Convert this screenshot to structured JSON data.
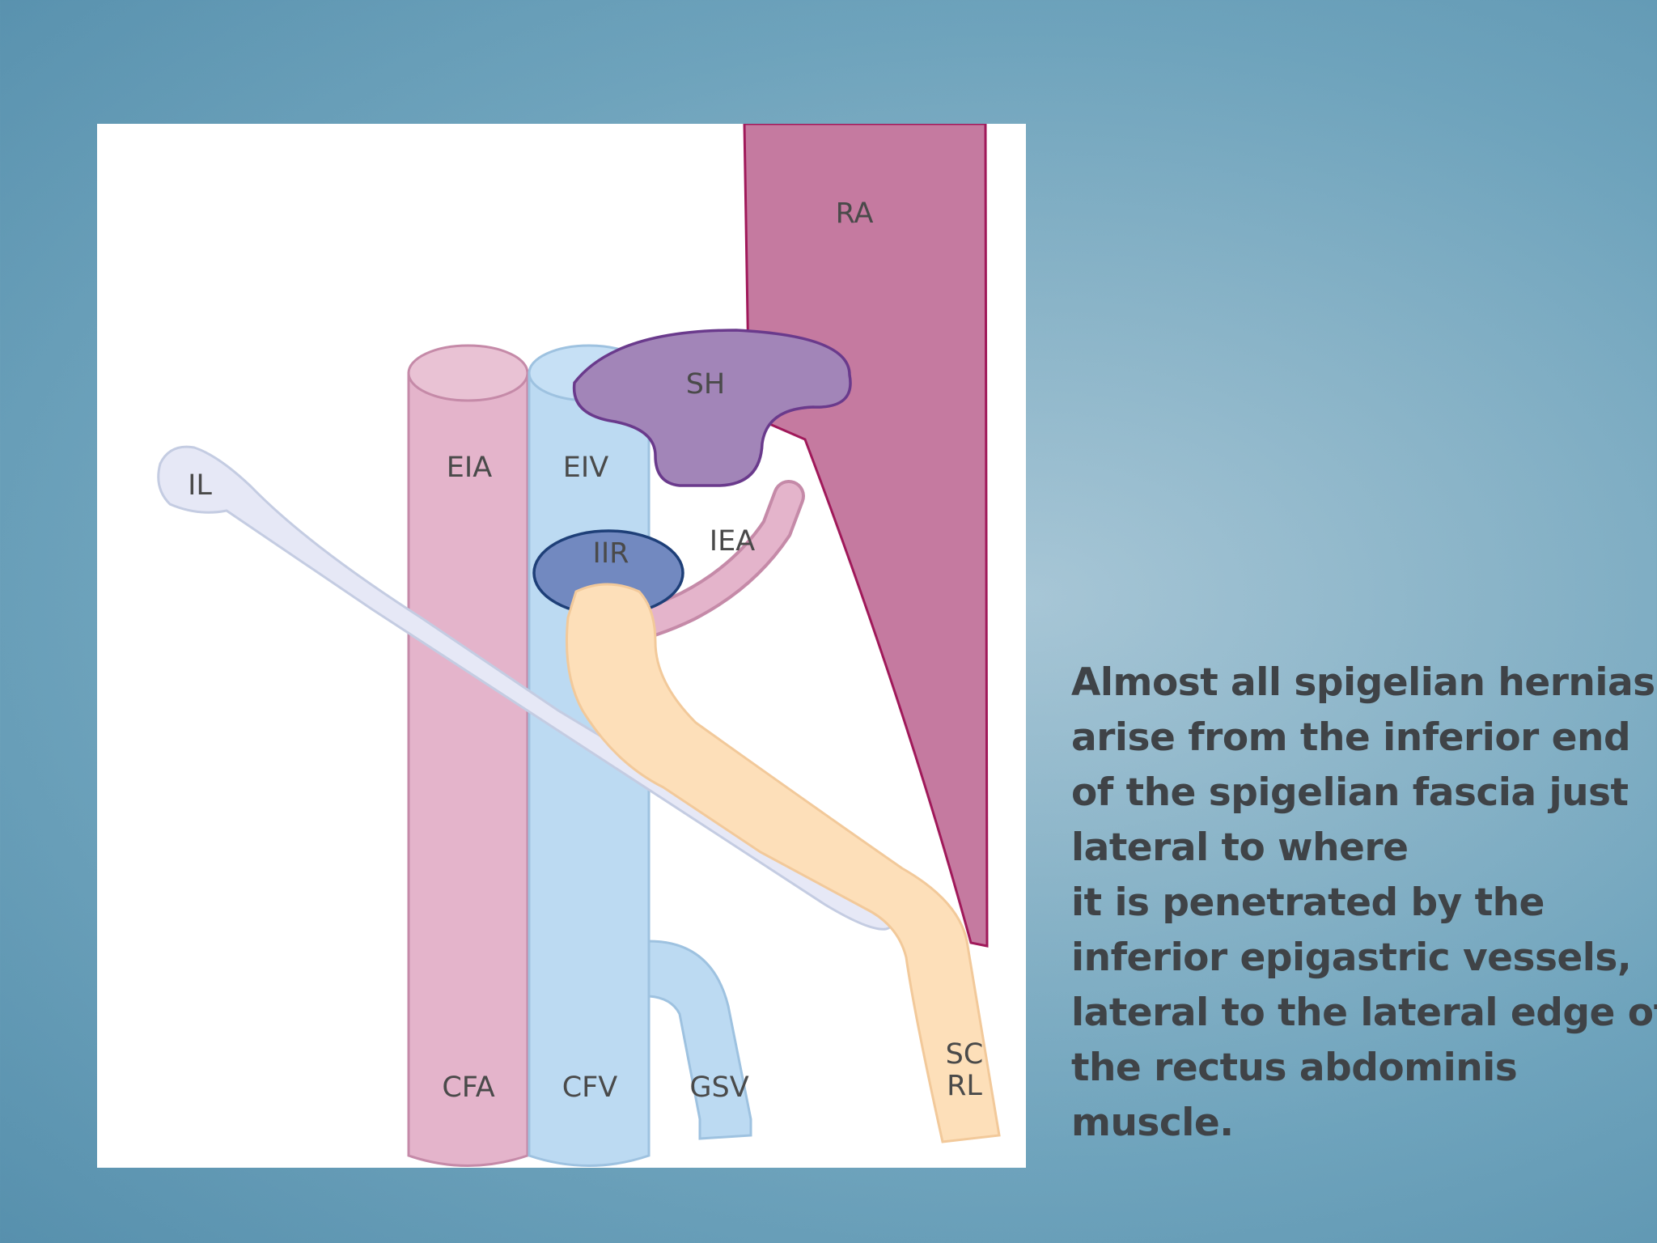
{
  "diagram": {
    "labels": {
      "ra": "RA",
      "sh": "SH",
      "il": "IL",
      "eia": "EIA",
      "eiv": "EIV",
      "iir": "IIR",
      "iea": "IEA",
      "cfa": "CFA",
      "cfv": "CFV",
      "gsv": "GSV",
      "scrl_line1": "SC",
      "scrl_line2": "RL"
    },
    "colors": {
      "rectus_fill": "#c57aa0",
      "rectus_edge": "#a0195a",
      "artery_fill": "#e4b4cb",
      "artery_edge": "#c58aa8",
      "vein_fill": "#bcdaf2",
      "vein_edge": "#9ec2e0",
      "hernia_sac_fill": "#a285b8",
      "hernia_sac_edge": "#6a3a8c",
      "ring_fill": "#7289c0",
      "ring_edge": "#1e3f78",
      "ligament_fill": "#e6e8f6",
      "ligament_edge": "#c4cce2",
      "cord_fill": "#fddfb9",
      "cord_edge": "#f2c99a"
    }
  },
  "caption": {
    "lines": [
      "Almost all spigelian hernias",
      "arise from the inferior end",
      "of the spigelian fascia just",
      "lateral to where",
      "it is penetrated by the",
      "inferior epigastric vessels,",
      "lateral to the lateral edge of",
      "the rectus abdominis",
      "muscle."
    ]
  }
}
